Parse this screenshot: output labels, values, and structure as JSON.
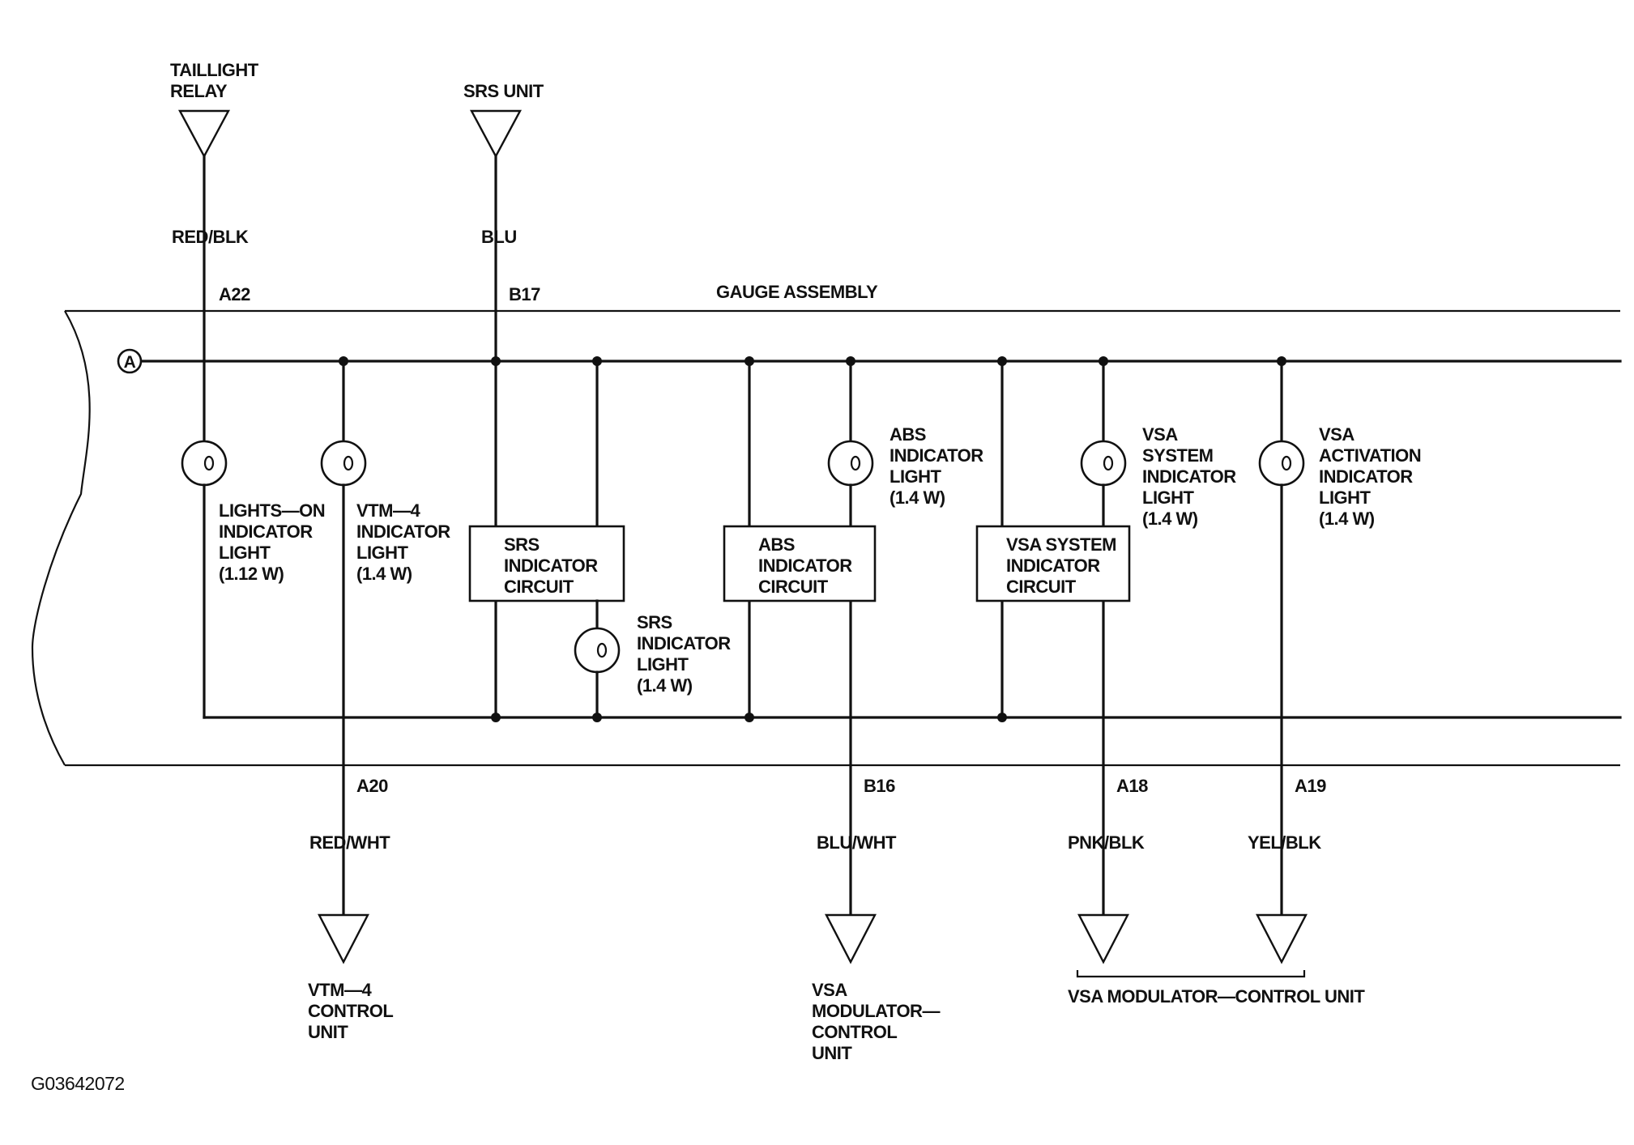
{
  "assembly_label": "GAUGE ASSEMBLY",
  "reference_marker": "A",
  "sources": {
    "taillight_relay": [
      "TAILLIGHT",
      "RELAY"
    ],
    "srs_unit": [
      "SRS UNIT"
    ]
  },
  "wire_colors": {
    "taillight": "RED/BLK",
    "srs": "BLU",
    "vtm4": "RED/WHT",
    "abs_vsa_mod": "BLU/WHT",
    "vsa_system": "PNK/BLK",
    "vsa_activation": "YEL/BLK"
  },
  "terminals": {
    "taillight": "A22",
    "srs": "B17",
    "vtm4": "A20",
    "abs_vsa_mod": "B16",
    "vsa_system": "A18",
    "vsa_activation": "A19"
  },
  "lights": {
    "lights_on": [
      "LIGHTS—ON",
      "INDICATOR",
      "LIGHT",
      "(1.12 W)"
    ],
    "vtm4": [
      "VTM—4",
      "INDICATOR",
      "LIGHT",
      "(1.4 W)"
    ],
    "srs": [
      "SRS",
      "INDICATOR",
      "LIGHT",
      "(1.4 W)"
    ],
    "abs": [
      "ABS",
      "INDICATOR",
      "LIGHT",
      "(1.4 W)"
    ],
    "vsa_system": [
      "VSA",
      "SYSTEM",
      "INDICATOR",
      "LIGHT",
      "(1.4 W)"
    ],
    "vsa_activation": [
      "VSA",
      "ACTIVATION",
      "INDICATOR",
      "LIGHT",
      "(1.4 W)"
    ]
  },
  "circuits": {
    "srs": [
      "SRS",
      "INDICATOR",
      "CIRCUIT"
    ],
    "abs": [
      "ABS",
      "INDICATOR",
      "CIRCUIT"
    ],
    "vsa_system": [
      "VSA SYSTEM",
      "INDICATOR",
      "CIRCUIT"
    ]
  },
  "destinations": {
    "vtm4_unit": [
      "VTM—4",
      "CONTROL",
      "UNIT"
    ],
    "vsa_modulator_left": [
      "VSA",
      "MODULATOR—",
      "CONTROL",
      "UNIT"
    ],
    "vsa_modulator_right": "VSA MODULATOR—CONTROL UNIT"
  },
  "figure_id": "G03642072"
}
